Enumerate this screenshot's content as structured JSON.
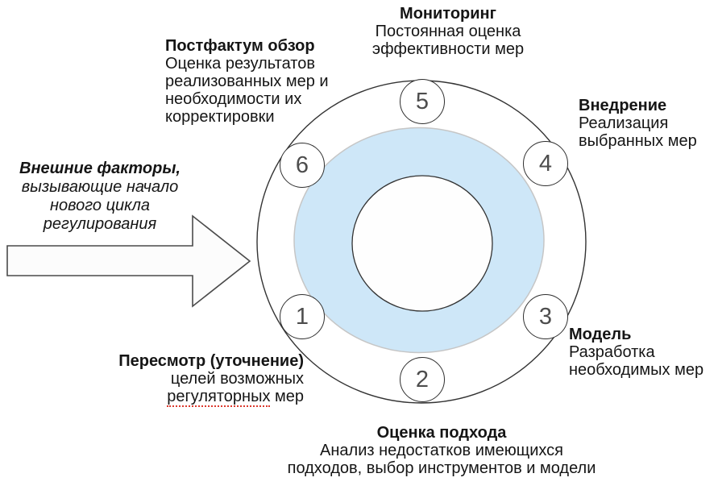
{
  "diagram": {
    "stage_numbers": [
      "1",
      "2",
      "3",
      "4",
      "5",
      "6"
    ],
    "labels": {
      "monitoring": {
        "title": "Мониторинг",
        "line1": "Постоянная оценка",
        "line2": "эффективности мер"
      },
      "postfactum": {
        "title": "Постфактум обзор",
        "line1": "Оценка результатов",
        "line2": "реализованных мер и",
        "line3": "необходимости их",
        "line4": "корректировки"
      },
      "external_factors": {
        "line1": "Внешние факторы,",
        "line2": "вызывающие начало",
        "line3": "нового цикла",
        "line4": "регулирования"
      },
      "implementation": {
        "title": "Внедрение",
        "line1": "Реализация",
        "line2": "выбранных мер"
      },
      "model": {
        "title": "Модель",
        "line1": "Разработка",
        "line2": "необходимых мер"
      },
      "revision": {
        "title": "Пересмотр (уточнение)",
        "line1": "целей возможных",
        "underlined": "регуляторных",
        "tail": " мер"
      },
      "approach": {
        "title": "Оценка подхода",
        "line1": "Анализ недостатков имеющихся",
        "line2": "подходов, выбор инструментов и модели"
      }
    },
    "colors": {
      "ring_fill": "#cee7f8",
      "ring_stroke": "#c6c6c6",
      "circle_stroke": "#2f2f2f",
      "number_color": "#4d4d4d",
      "arrow_fill": "#fcfcfc",
      "arrow_stroke": "#4a4a4a",
      "text_color": "#151515",
      "spellcheck_underline": "#db392d"
    }
  }
}
